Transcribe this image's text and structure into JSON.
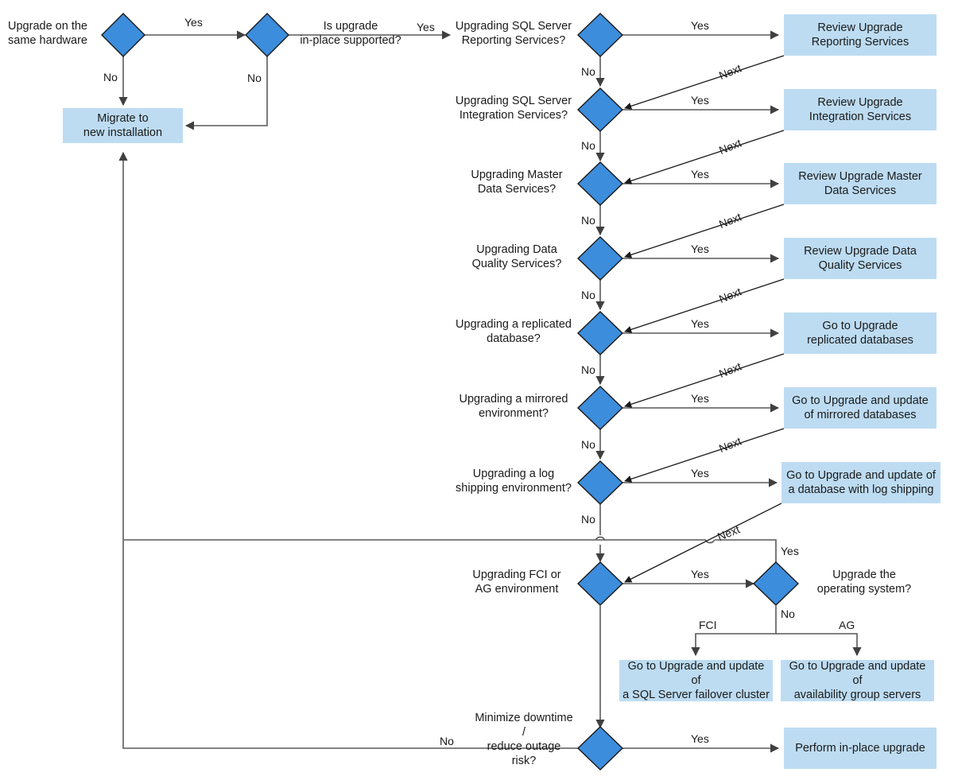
{
  "diagram": {
    "title": "SQL Server upgrade decision flowchart",
    "colors": {
      "decision_fill": "#3c8ddc",
      "decision_stroke": "#1a1a1a",
      "process_fill": "#bddcf2",
      "line": "#595959",
      "text": "#1a1a1a",
      "background": "#ffffff"
    }
  },
  "decisions": [
    {
      "id": "same-hardware",
      "label": "Upgrade on the\nsame hardware"
    },
    {
      "id": "in-place-supported",
      "label": "Is upgrade\nin-place supported?"
    },
    {
      "id": "ssrs",
      "label": "Upgrading SQL Server\nReporting Services?"
    },
    {
      "id": "ssis",
      "label": "Upgrading SQL Server\nIntegration Services?"
    },
    {
      "id": "mds",
      "label": "Upgrading Master\nData Services?"
    },
    {
      "id": "dqs",
      "label": "Upgrading Data\nQuality Services?"
    },
    {
      "id": "replication",
      "label": "Upgrading a replicated\ndatabase?"
    },
    {
      "id": "mirroring",
      "label": "Upgrading a mirrored\nenvironment?"
    },
    {
      "id": "log-shipping",
      "label": "Upgrading a log\nshipping environment?"
    },
    {
      "id": "fci-ag",
      "label": "Upgrading FCI or\nAG environment"
    },
    {
      "id": "upgrade-os",
      "label": "Upgrade the\noperating system?"
    },
    {
      "id": "minimize-downtime",
      "label": "Minimize downtime /\nreduce outage risk?"
    }
  ],
  "processes": [
    {
      "id": "migrate-new-install",
      "label": "Migrate to\nnew installation"
    },
    {
      "id": "review-ssrs",
      "label": "Review Upgrade\nReporting Services"
    },
    {
      "id": "review-ssis",
      "label": "Review Upgrade\nIntegration Services"
    },
    {
      "id": "review-mds",
      "label": "Review Upgrade Master\nData Services"
    },
    {
      "id": "review-dqs",
      "label": "Review Upgrade Data\nQuality Services"
    },
    {
      "id": "goto-replication",
      "label": "Go to Upgrade\nreplicated databases"
    },
    {
      "id": "goto-mirroring",
      "label": "Go to Upgrade and update\nof mirrored databases"
    },
    {
      "id": "goto-log-shipping",
      "label": "Go to Upgrade and update of\na database with log shipping"
    },
    {
      "id": "goto-fci",
      "label": "Go to Upgrade and update of\na SQL Server failover cluster"
    },
    {
      "id": "goto-ag",
      "label": "Go to Upgrade and update of\navailability group servers"
    },
    {
      "id": "perform-in-place",
      "label": "Perform in-place upgrade"
    }
  ],
  "edge_labels": {
    "yes": "Yes",
    "no": "No",
    "next": "Next",
    "fci": "FCI",
    "ag": "AG"
  },
  "flow_edges": [
    {
      "from": "same-hardware",
      "to": "in-place-supported",
      "label": "Yes"
    },
    {
      "from": "same-hardware",
      "to": "migrate-new-install",
      "label": "No"
    },
    {
      "from": "in-place-supported",
      "to": "ssrs",
      "label": "Yes"
    },
    {
      "from": "in-place-supported",
      "to": "migrate-new-install",
      "label": "No"
    },
    {
      "from": "ssrs",
      "to": "review-ssrs",
      "label": "Yes"
    },
    {
      "from": "ssrs",
      "to": "ssis",
      "label": "No"
    },
    {
      "from": "review-ssrs",
      "to": "ssis",
      "label": "Next"
    },
    {
      "from": "ssis",
      "to": "review-ssis",
      "label": "Yes"
    },
    {
      "from": "ssis",
      "to": "mds",
      "label": "No"
    },
    {
      "from": "review-ssis",
      "to": "mds",
      "label": "Next"
    },
    {
      "from": "mds",
      "to": "review-mds",
      "label": "Yes"
    },
    {
      "from": "mds",
      "to": "dqs",
      "label": "No"
    },
    {
      "from": "review-mds",
      "to": "dqs",
      "label": "Next"
    },
    {
      "from": "dqs",
      "to": "review-dqs",
      "label": "Yes"
    },
    {
      "from": "dqs",
      "to": "replication",
      "label": "No"
    },
    {
      "from": "review-dqs",
      "to": "replication",
      "label": "Next"
    },
    {
      "from": "replication",
      "to": "goto-replication",
      "label": "Yes"
    },
    {
      "from": "replication",
      "to": "mirroring",
      "label": "No"
    },
    {
      "from": "goto-replication",
      "to": "mirroring",
      "label": "Next"
    },
    {
      "from": "mirroring",
      "to": "goto-mirroring",
      "label": "Yes"
    },
    {
      "from": "mirroring",
      "to": "log-shipping",
      "label": "No"
    },
    {
      "from": "goto-mirroring",
      "to": "log-shipping",
      "label": "Next"
    },
    {
      "from": "log-shipping",
      "to": "goto-log-shipping",
      "label": "Yes"
    },
    {
      "from": "log-shipping",
      "to": "fci-ag",
      "label": "No"
    },
    {
      "from": "goto-log-shipping",
      "to": "fci-ag",
      "label": "Next"
    },
    {
      "from": "fci-ag",
      "to": "upgrade-os",
      "label": "Yes"
    },
    {
      "from": "fci-ag",
      "to": "minimize-downtime",
      "label": ""
    },
    {
      "from": "upgrade-os",
      "to": "fci-ag",
      "label": "Yes"
    },
    {
      "from": "upgrade-os",
      "to": "goto-fci",
      "label": "FCI"
    },
    {
      "from": "upgrade-os",
      "to": "goto-ag",
      "label": "AG"
    },
    {
      "from": "minimize-downtime",
      "to": "perform-in-place",
      "label": "Yes"
    },
    {
      "from": "minimize-downtime",
      "to": "migrate-new-install",
      "label": "No"
    }
  ]
}
